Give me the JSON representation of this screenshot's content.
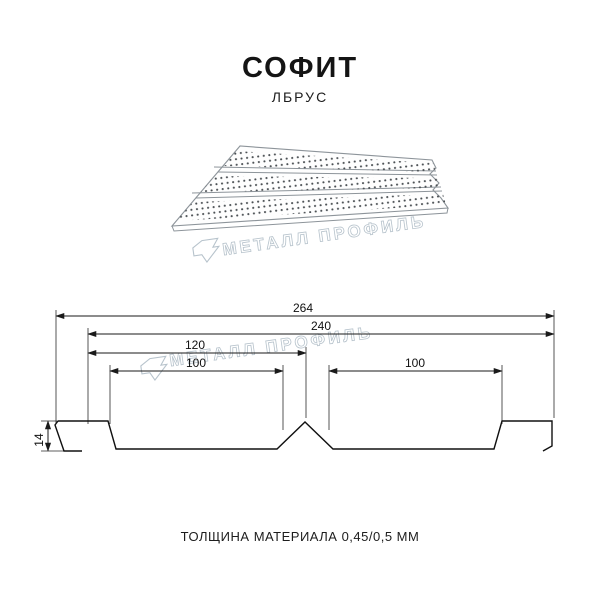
{
  "header": {
    "title": "СОФИТ",
    "subtitle": "ЛБРУС"
  },
  "watermark": {
    "text": "МЕТАЛЛ ПРОФИЛЬ"
  },
  "drawing": {
    "dim_overall_width": "264",
    "dim_working_width": "240",
    "dim_to_center": "120",
    "dim_pan_left": "100",
    "dim_pan_right": "100",
    "dim_height": "14"
  },
  "footer": {
    "thickness_note": "ТОЛЩИНА МАТЕРИАЛА 0,45/0,5 ММ"
  },
  "colors": {
    "line": "#1a1a1a",
    "watermark": "#b7c3cc",
    "illustration_stroke": "#8d949a"
  }
}
